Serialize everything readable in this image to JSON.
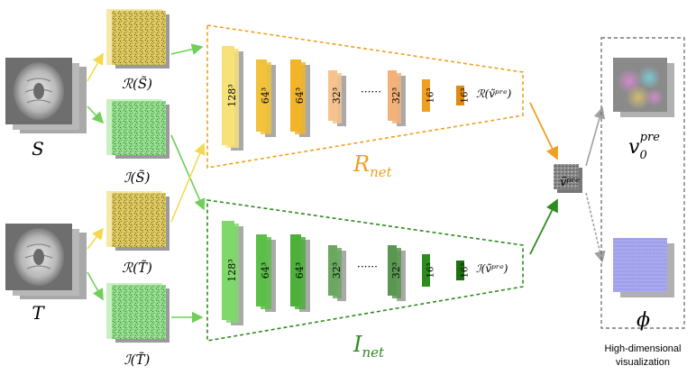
{
  "inputs": {
    "source": {
      "label": "S"
    },
    "target": {
      "label": "T"
    }
  },
  "spectral": {
    "real_source": "ℛ(S̃)",
    "imag_source": "ℐ(S̃)",
    "real_target": "ℛ(T̃)",
    "imag_target": "ℐ(T̃)"
  },
  "networks": {
    "real": {
      "name_main": "R",
      "name_sub": "net",
      "color": "#f0a020",
      "layers": [
        "128³",
        "64³",
        "64³",
        "32³",
        "32³",
        "16³",
        "16³"
      ],
      "ellipsis": "······",
      "output_label": "ℛ(ṽᵖʳᵉ)"
    },
    "imag": {
      "name_main": "I",
      "name_sub": "net",
      "color": "#2e8b1e",
      "layers": [
        "128³",
        "64³",
        "64³",
        "32³",
        "32³",
        "16³",
        "16³"
      ],
      "ellipsis": "······",
      "output_label": "ℐ(ṽᵖʳᵉ)"
    }
  },
  "merge": {
    "label": "ṽᵖʳᵉ"
  },
  "visualization": {
    "velocity_main": "v",
    "velocity_sub": "0",
    "velocity_sup": "pre",
    "phi": "ϕ",
    "caption_line1": "High-dimensional",
    "caption_line2": "visualization"
  },
  "colors": {
    "orange": "#f0a020",
    "green": "#2e8b1e",
    "light_green": "#7fd86a",
    "yellow": "#f2d94e",
    "gray_arrow": "#a0a0a0"
  }
}
